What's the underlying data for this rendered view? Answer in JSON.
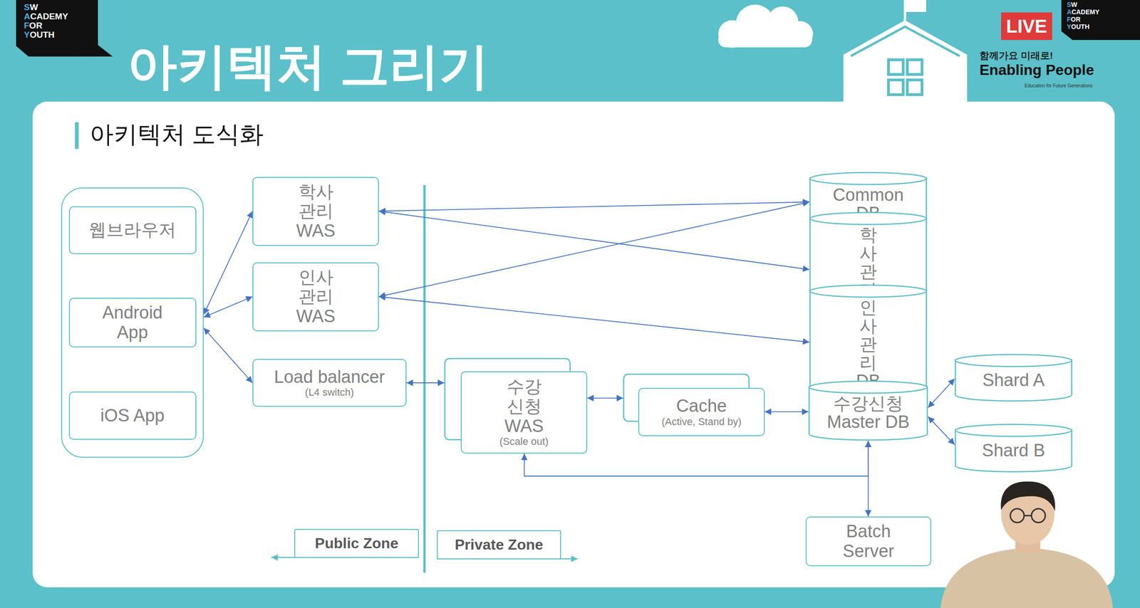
{
  "diagram": {
    "title": "아키텍처 그리기",
    "nodes": [
      {
        "text": []
      },
      {
        "text": [
          "웹브라우저"
        ],
        "in": 0
      },
      {
        "text": [
          "Android App"
        ],
        "in": 0
      },
      {
        "text": [
          "iOS App"
        ],
        "in": 0
      },
      {
        "text": [
          "학사관리 WAS"
        ]
      },
      {
        "text": [
          "인사관리 WAS"
        ]
      },
      {
        "text": [
          "Load balancer",
          "(L4 switch)"
        ]
      },
      {
        "text": [
          "수강신청 WAS",
          "(Scale out)"
        ]
      },
      {
        "text": [
          "Cache",
          "(Active, Stand by)"
        ]
      },
      {
        "text": [
          "Common DB"
        ]
      },
      {
        "text": [
          "학사관리 DB"
        ]
      },
      {
        "text": [
          "인사관리 DB"
        ]
      },
      {
        "text": [
          "수강신청 Master DB"
        ]
      },
      {
        "text": [
          "Shard A"
        ]
      },
      {
        "text": [
          "Shard B"
        ]
      },
      {
        "text": [
          "Batch Server"
        ]
      },
      {
        "text": [
          "Public Zone"
        ]
      },
      {
        "text": [
          "Private Zone"
        ]
      }
    ],
    "edges": [
      {
        "from": 0,
        "to": 4,
        "arrow": "both"
      },
      {
        "from": 0,
        "to": 5,
        "arrow": "both"
      },
      {
        "from": 0,
        "to": 6,
        "arrow": "both"
      },
      {
        "from": 4,
        "to": 9,
        "arrow": "both"
      },
      {
        "from": 4,
        "to": 10,
        "arrow": "both"
      },
      {
        "from": 5,
        "to": 9,
        "arrow": "both"
      },
      {
        "from": 5,
        "to": 11,
        "arrow": "both"
      },
      {
        "from": 6,
        "to": 7,
        "arrow": "both"
      },
      {
        "from": 7,
        "to": 8,
        "arrow": "both"
      },
      {
        "from": 8,
        "to": 12,
        "arrow": "both"
      },
      {
        "from": 12,
        "to": 13,
        "arrow": "both"
      },
      {
        "from": 12,
        "to": 14,
        "arrow": "both"
      },
      {
        "from": 12,
        "to": 7,
        "arrow": "both"
      },
      {
        "from": 12,
        "to": 15,
        "arrow": "both"
      }
    ],
    "labels": [
      "SW",
      "ACADEMY",
      "FOR",
      "YOUTH",
      "LIVE",
      "SW",
      "ACADEMY",
      "FOR",
      "YOUTH",
      "함께가요 미래로!",
      "Enabling People",
      "Education for Future Generations",
      "아키텍처 도식화"
    ]
  }
}
